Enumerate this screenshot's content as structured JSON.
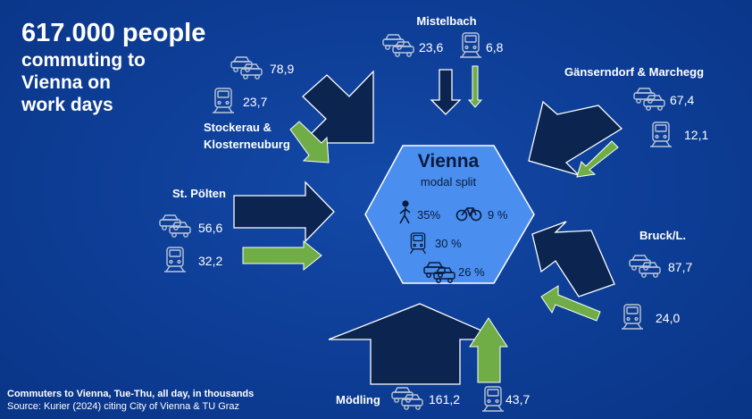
{
  "title": {
    "line1": "617.000 people",
    "line2": "commuting to",
    "line3": "Vienna on",
    "line4": "work days"
  },
  "colors": {
    "background": "#0d3d95",
    "car_arrow": "#0b2550",
    "train_arrow": "#70ad47",
    "hexagon": "#4a8ff0",
    "text": "#ffffff"
  },
  "icons": {
    "car": "car-icon",
    "train": "train-icon",
    "walk": "pedestrian-icon",
    "bike": "bicycle-icon"
  },
  "center": {
    "title": "Vienna",
    "subtitle": "modal split",
    "walk": "35%",
    "bike": "9 %",
    "transit": "30 %",
    "car": "26 %"
  },
  "regions": [
    {
      "name": "Mistelbach",
      "car": "23,6",
      "train": "6,8"
    },
    {
      "name": "Gänserndorf & Marchegg",
      "car": "67,4",
      "train": "12,1"
    },
    {
      "name": "Bruck/L.",
      "car": "87,7",
      "train": "24,0"
    },
    {
      "name": "Mödling",
      "car": "161,2",
      "train": "43,7"
    },
    {
      "name": "St. Pölten",
      "car": "56,6",
      "train": "32,2"
    },
    {
      "name_line1": "Stockerau &",
      "name_line2": "Klosterneuburg",
      "car": "78,9",
      "train": "23,7"
    }
  ],
  "footer": {
    "line1": "Commuters to Vienna, Tue-Thu, all day, in thousands",
    "line2": "Source: Kurier (2024) citing City of Vienna & TU Graz"
  }
}
